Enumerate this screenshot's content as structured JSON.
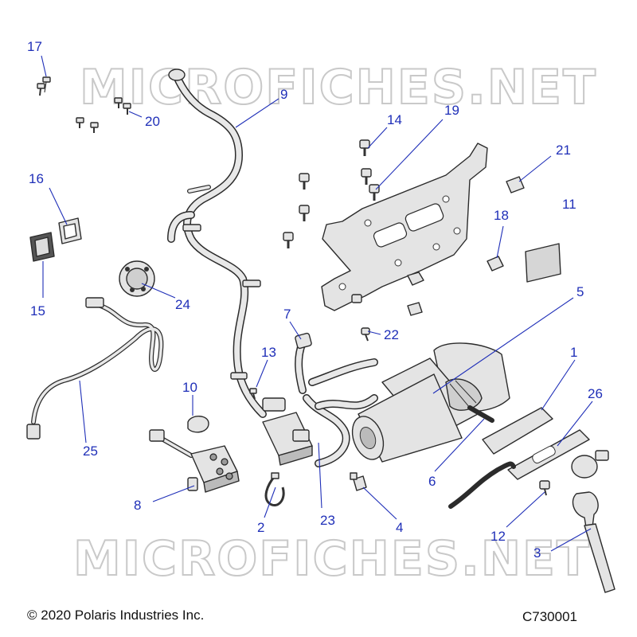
{
  "watermark": "MICROFICHES.NET",
  "copyright": "© 2020 Polaris Industries Inc.",
  "drawing_id": "C730001",
  "callouts": [
    "1",
    "2",
    "3",
    "4",
    "5",
    "6",
    "7",
    "8",
    "9",
    "10",
    "11",
    "12",
    "13",
    "14",
    "15",
    "16",
    "17",
    "18",
    "19",
    "20",
    "21",
    "22",
    "23",
    "24",
    "25",
    "26"
  ]
}
